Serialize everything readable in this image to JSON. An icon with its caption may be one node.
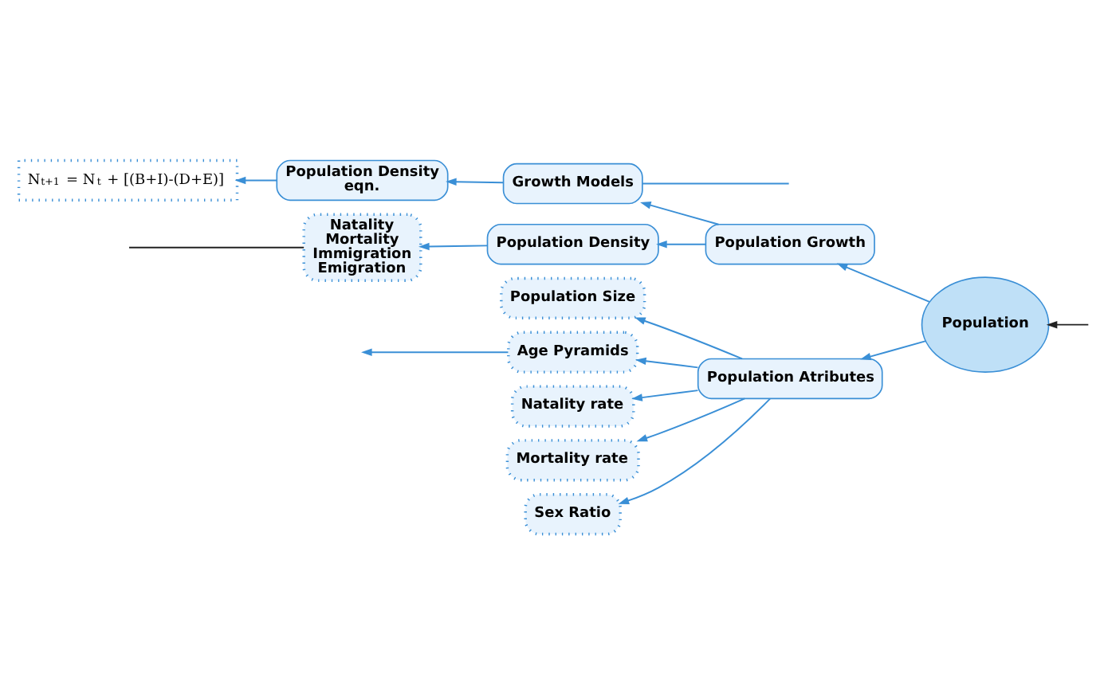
{
  "diagram": {
    "nodes": [
      {
        "text": [
          "Population"
        ]
      },
      {
        "text": [
          "Population Atributes"
        ]
      },
      {
        "text": [
          "Population Growth"
        ]
      },
      {
        "text": [
          "Age Pyramids"
        ]
      },
      {
        "text": [
          "Natality rate"
        ]
      },
      {
        "text": [
          "Mortality rate"
        ]
      },
      {
        "text": [
          "Sex Ratio"
        ]
      },
      {
        "text": [
          "Population Size"
        ]
      },
      {
        "text": [
          "Population Density"
        ]
      },
      {
        "text": [
          "Natality Mortality Immigration Emigration"
        ]
      },
      {
        "text": [
          "Population Density eqn."
        ]
      },
      {
        "text": [
          "Growth Models"
        ]
      },
      {
        "text": [
          "N$_{t+1}$ = N$_{t}$ + [(B+I)-(D+E)]"
        ]
      }
    ],
    "edges": [
      {
        "from": null,
        "to": 0,
        "arrow": "to",
        "color": "#222222"
      },
      {
        "from": 0,
        "to": 1,
        "arrow": "to"
      },
      {
        "from": 0,
        "to": 2,
        "arrow": "to"
      },
      {
        "from": 1,
        "to": 3,
        "arrow": "to"
      },
      {
        "from": 1,
        "to": 4,
        "arrow": "to"
      },
      {
        "from": 1,
        "to": 5,
        "arrow": "to"
      },
      {
        "from": 1,
        "to": 6,
        "arrow": "to"
      },
      {
        "from": 1,
        "to": 7,
        "arrow": "to"
      },
      {
        "from": 2,
        "to": 8,
        "arrow": "to"
      },
      {
        "from": 2,
        "to": 11,
        "arrow": "to"
      },
      {
        "from": 8,
        "to": 9,
        "arrow": "to"
      },
      {
        "from": 11,
        "to": 10,
        "arrow": "to"
      },
      {
        "from": 10,
        "to": 12,
        "arrow": "to"
      },
      {
        "from": 3,
        "to": null,
        "arrow": "to"
      },
      {
        "from": 9,
        "to": null,
        "arrow": "none",
        "color": "#222222"
      },
      {
        "from": 11,
        "to": null,
        "arrow": "none"
      }
    ]
  }
}
